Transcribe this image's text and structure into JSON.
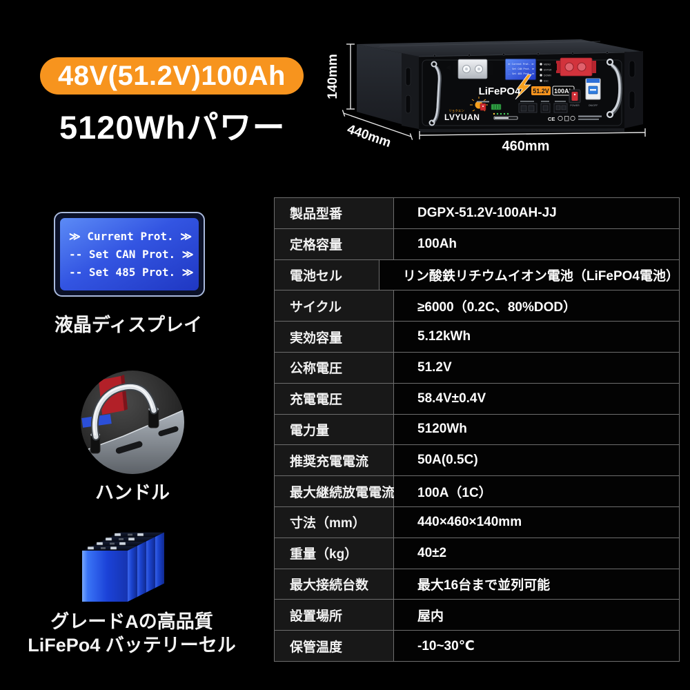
{
  "hero": {
    "badge": "48V(51.2V)100Ah",
    "badge_color": "#f7941e",
    "title": "5120Whパワー"
  },
  "product": {
    "dims": {
      "height": "140mm",
      "depth": "440mm",
      "width": "460mm"
    },
    "panel": {
      "brand": "LiFePO4",
      "voltage_badge": "51.2V",
      "capacity_badge": "100Ah",
      "logo_jp": "リョクエン",
      "logo_en": "LVYUAN",
      "leds": [
        "MENU",
        "ENTER",
        "DOWN",
        "ESC"
      ],
      "power_label": "POWER",
      "breaker_label": "ON/OFF",
      "ce_mark": "CE"
    }
  },
  "lcd": {
    "lines": [
      "≫ Current Prot. ≫",
      "-- Set CAN Prot. ≫",
      "-- Set 485 Prot. ≫"
    ],
    "caption": "液晶ディスプレイ",
    "screen_color": "#3355e2"
  },
  "handle": {
    "caption": "ハンドル"
  },
  "cells": {
    "caption1": "グレードAの高品質",
    "caption2": "LiFePo4 バッテリーセル",
    "cell_color": "#1b42d8"
  },
  "spec_table": {
    "rows": [
      {
        "label": "製品型番",
        "value": "DGPX-51.2V-100AH-JJ"
      },
      {
        "label": "定格容量",
        "value": "100Ah"
      },
      {
        "label": "電池セル",
        "value": "リン酸鉄リチウムイオン電池（LiFePO4電池）"
      },
      {
        "label": "サイクル",
        "value": "≥6000（0.2C、80%DOD）"
      },
      {
        "label": "実効容量",
        "value": "5.12kWh"
      },
      {
        "label": "公称電圧",
        "value": "51.2V"
      },
      {
        "label": "充電電圧",
        "value": "58.4V±0.4V"
      },
      {
        "label": "電力量",
        "value": "5120Wh"
      },
      {
        "label": "推奨充電電流",
        "value": "50A(0.5C)"
      },
      {
        "label": "最大継続放電電流",
        "value": "100A（1C）"
      },
      {
        "label": "寸法（mm）",
        "value": "440×460×140mm"
      },
      {
        "label": "重量（kg）",
        "value": "40±2"
      },
      {
        "label": "最大接続台数",
        "value": "最大16台まで並列可能"
      },
      {
        "label": "設置場所",
        "value": "屋内"
      },
      {
        "label": "保管温度",
        "value": "-10~30℃"
      }
    ]
  }
}
